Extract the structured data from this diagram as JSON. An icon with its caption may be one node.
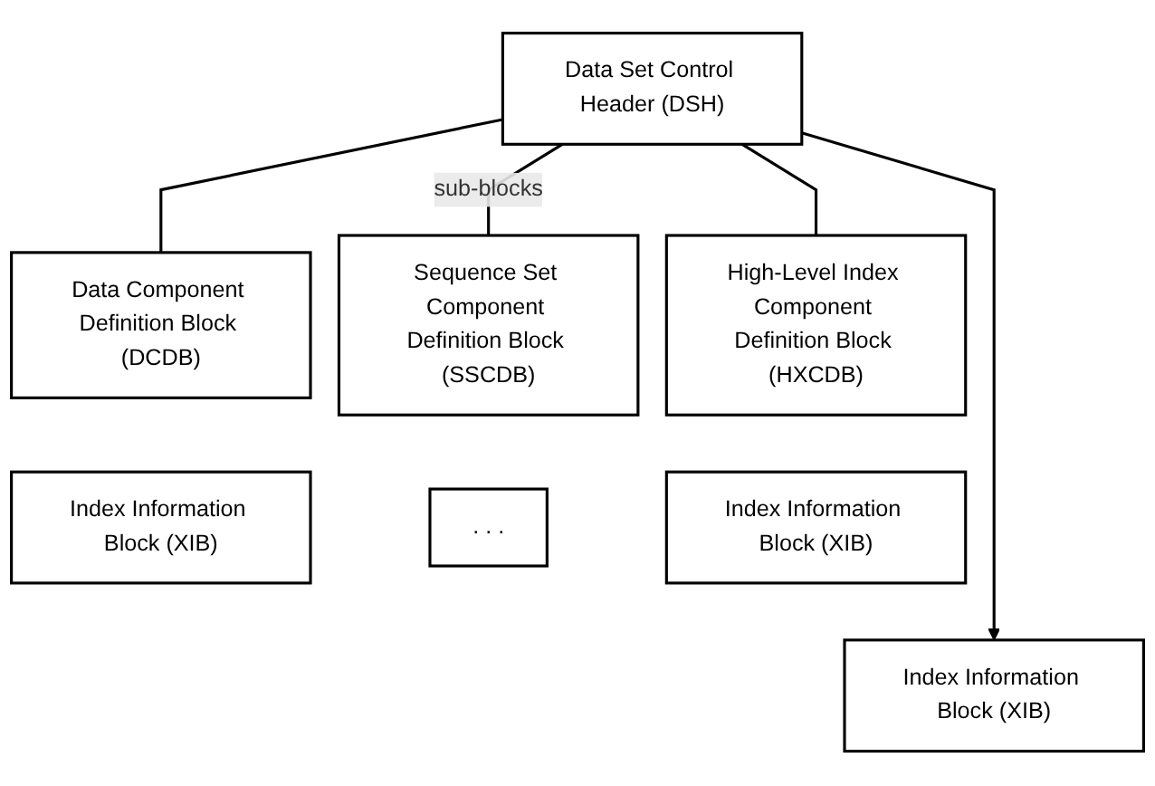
{
  "diagram": {
    "nodes": [
      {
        "text": [
          "Data Set Control Header (DSH)"
        ]
      },
      {
        "text": [
          "Data Component Definition Block (DCDB)"
        ]
      },
      {
        "text": [
          "Sequence Set Component Definition Block (SSCDB)"
        ]
      },
      {
        "text": [
          "High-Level Index Component Definition Block (HXCDB)"
        ]
      },
      {
        "text": [
          "Index Information Block (XIB)"
        ]
      },
      {
        "text": [
          "Index Information Block (XIB)"
        ]
      },
      {
        "text": [
          ". . ."
        ]
      },
      {
        "text": [
          "Index Information Block (XIB)"
        ]
      }
    ],
    "edges": [
      {
        "from": 0,
        "to": 1,
        "arrow": "none"
      },
      {
        "from": 0,
        "to": 2,
        "arrow": "none",
        "label": "sub-blocks"
      },
      {
        "from": 0,
        "to": 3,
        "arrow": "none"
      },
      {
        "from": 0,
        "to": 4,
        "arrow": "to"
      }
    ]
  }
}
